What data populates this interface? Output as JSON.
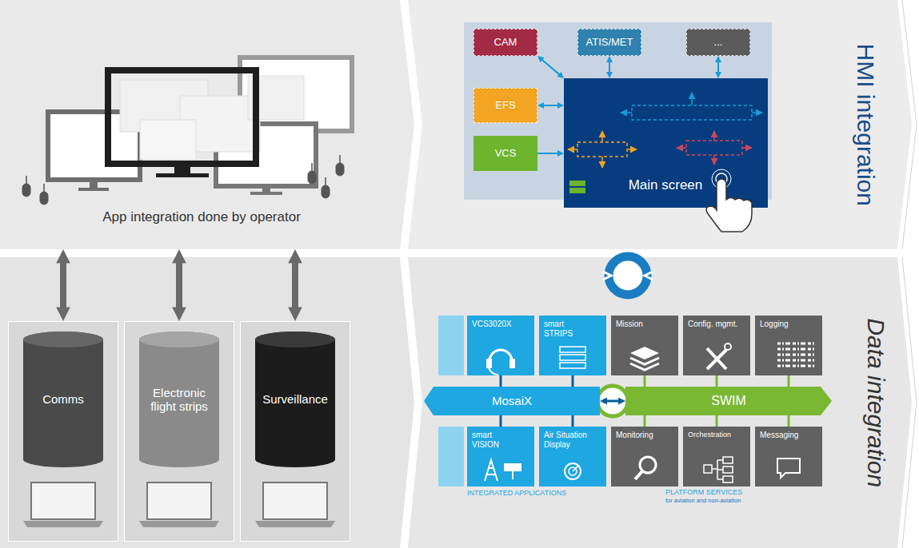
{
  "diagram": {
    "nodes": [
      {
        "text": [
          "App integration done by operator"
        ]
      },
      {
        "text": [
          "HMI integration"
        ]
      },
      {
        "text": [
          "CAM"
        ],
        "in": 1
      },
      {
        "text": [
          "ATIS/MET"
        ],
        "in": 1
      },
      {
        "text": [
          "..."
        ],
        "in": 1
      },
      {
        "text": [
          "EFS"
        ],
        "in": 1
      },
      {
        "text": [
          "VCS"
        ],
        "in": 1
      },
      {
        "text": [
          "Main screen"
        ],
        "in": 1
      },
      {
        "text": [
          "Comms"
        ]
      },
      {
        "text": [
          "Electronic flight strips"
        ]
      },
      {
        "text": [
          "Surveillance"
        ]
      },
      {
        "text": [
          "Data integration"
        ]
      },
      {
        "text": [
          "VCS3020X"
        ],
        "in": 11
      },
      {
        "text": [
          "smart STRIPS"
        ],
        "in": 11
      },
      {
        "text": [
          "Mission"
        ],
        "in": 11
      },
      {
        "text": [
          "Config. mgmt."
        ],
        "in": 11
      },
      {
        "text": [
          "Logging"
        ],
        "in": 11
      },
      {
        "text": [
          "MosaiX"
        ],
        "in": 11
      },
      {
        "text": [
          "SWIM"
        ],
        "in": 11
      },
      {
        "text": [
          "smart VISION"
        ],
        "in": 11
      },
      {
        "text": [
          "Air Situation Display"
        ],
        "in": 11
      },
      {
        "text": [
          "Monitoring"
        ],
        "in": 11
      },
      {
        "text": [
          "Orchestration"
        ],
        "in": 11
      },
      {
        "text": [
          "Messaging"
        ],
        "in": 11
      }
    ],
    "edges": [
      {
        "from": 2,
        "to": 7,
        "arrow": "both"
      },
      {
        "from": 3,
        "to": 7,
        "arrow": "both"
      },
      {
        "from": 4,
        "to": 7,
        "arrow": "both"
      },
      {
        "from": 5,
        "to": 7,
        "arrow": "both"
      },
      {
        "from": 6,
        "to": 7,
        "arrow": "to"
      },
      {
        "from": 0,
        "to": 8,
        "arrow": "both"
      },
      {
        "from": 0,
        "to": 9,
        "arrow": "both"
      },
      {
        "from": 0,
        "to": 10,
        "arrow": "both"
      },
      {
        "from": 17,
        "to": 18,
        "arrow": "both"
      },
      {
        "from": 12,
        "to": 17,
        "arrow": "none"
      },
      {
        "from": 13,
        "to": 17,
        "arrow": "none"
      },
      {
        "from": 14,
        "to": 18,
        "arrow": "none"
      },
      {
        "from": 15,
        "to": 18,
        "arrow": "none"
      },
      {
        "from": 16,
        "to": 18,
        "arrow": "none"
      },
      {
        "from": 19,
        "to": 17,
        "arrow": "none"
      },
      {
        "from": 20,
        "to": 17,
        "arrow": "none"
      },
      {
        "from": 21,
        "to": 18,
        "arrow": "none"
      },
      {
        "from": 22,
        "to": 18,
        "arrow": "none"
      },
      {
        "from": 23,
        "to": 18,
        "arrow": "none"
      }
    ],
    "labels": [
      "INTEGRATED APPLICATIONS",
      "PLATFORM SERVICES",
      "for aviation and non-aviation"
    ]
  }
}
